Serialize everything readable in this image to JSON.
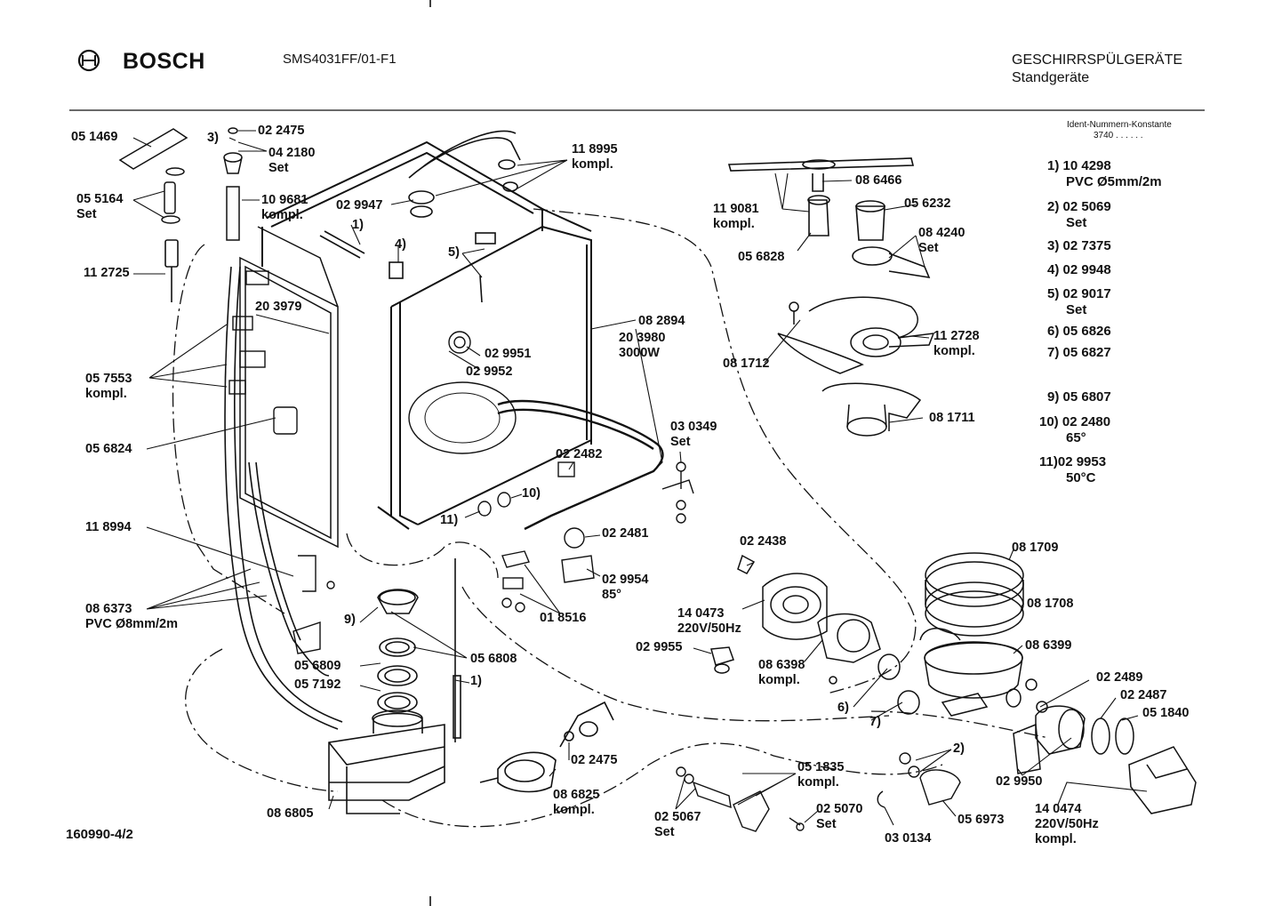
{
  "header": {
    "brand": "BOSCH",
    "model": "SMS4031FF/01-F1",
    "category": "GESCHIRRSPÜLGERÄTE",
    "subcategory": "Standgeräte",
    "ident_title": "Ident-Nummern-Konstante",
    "ident_value": "3740  . .    . . . ."
  },
  "footer": {
    "doc_number": "160990-4/2"
  },
  "notes": [
    {
      "n": "1)",
      "l1": "10 4298",
      "l2": "PVC Ø5mm/2m"
    },
    {
      "n": "2)",
      "l1": "02 5069",
      "l2": "Set"
    },
    {
      "n": "3)",
      "l1": "02 7375",
      "l2": ""
    },
    {
      "n": "4)",
      "l1": "02 9948",
      "l2": ""
    },
    {
      "n": "5)",
      "l1": "02 9017",
      "l2": "Set"
    },
    {
      "n": "6)",
      "l1": "05 6826",
      "l2": ""
    },
    {
      "n": "7)",
      "l1": "05 6827",
      "l2": ""
    },
    {
      "n": "9)",
      "l1": "05 6807",
      "l2": ""
    },
    {
      "n": "10)",
      "l1": "02 2480",
      "l2": "65°"
    },
    {
      "n": "11)",
      "l1": "02 9953",
      "l2": "50°C"
    }
  ],
  "labels": {
    "p051469": "05 1469",
    "p055164": "05 5164",
    "p055164s": "Set",
    "p112725": "11 2725",
    "p057553": "05 7553",
    "p057553k": "kompl.",
    "p056824": "05 6824",
    "p118994": "11 8994",
    "p086373": "08 6373",
    "p086373d": "PVC Ø8mm/2m",
    "p022475a": "02 2475",
    "r3": "3)",
    "p042180": "04 2180",
    "p042180s": "Set",
    "p109681": "10 9681",
    "p109681k": "kompl.",
    "p029947": "02 9947",
    "r1a": "1)",
    "r4": "4)",
    "p203979": "20 3979",
    "r5": "5)",
    "p118995": "11 8995",
    "p118995k": "kompl.",
    "p082894": "08 2894",
    "p203980": "20 3980",
    "p203980w": "3000W",
    "p029951": "02 9951",
    "p029952": "02 9952",
    "p022482": "02 2482",
    "r10": "10)",
    "r11": "11)",
    "p030349": "03 0349",
    "p030349s": "Set",
    "p022481": "02 2481",
    "p029954": "02 9954",
    "p029954t": "85°",
    "p018516": "01 8516",
    "r9": "9)",
    "p056809": "05 6809",
    "p057192": "05 7192",
    "p056808": "05 6808",
    "r1b": "1)",
    "p022475b": "02 2475",
    "p086825": "08 6825",
    "p086825k": "kompl.",
    "p086805": "08 6805",
    "p119081": "11 9081",
    "p119081k": "kompl.",
    "p086466": "08 6466",
    "p056232": "05 6232",
    "p084240": "08 4240",
    "p084240s": "Set",
    "p056828": "05 6828",
    "p112728": "11 2728",
    "p112728k": "kompl.",
    "p081712": "08 1712",
    "p081711": "08 1711",
    "p022438": "02 2438",
    "p140473": "14 0473",
    "p140473v": "220V/50Hz",
    "p029955": "02 9955",
    "p086398": "08 6398",
    "p086398k": "kompl.",
    "r6": "6)",
    "r7": "7)",
    "p081709": "08 1709",
    "p081708": "08 1708",
    "p086399": "08 6399",
    "p022489": "02 2489",
    "p022487": "02 2487",
    "p051840": "05 1840",
    "r2": "2)",
    "p029950": "02 9950",
    "p051835": "05 1835",
    "p051835k": "kompl.",
    "p025067": "02 5067",
    "p025067s": "Set",
    "p025070": "02 5070",
    "p025070s": "Set",
    "p030134": "03 0134",
    "p056973": "05 6973",
    "p140474": "14 0474",
    "p140474v": "220V/50Hz",
    "p140474k": "kompl."
  }
}
